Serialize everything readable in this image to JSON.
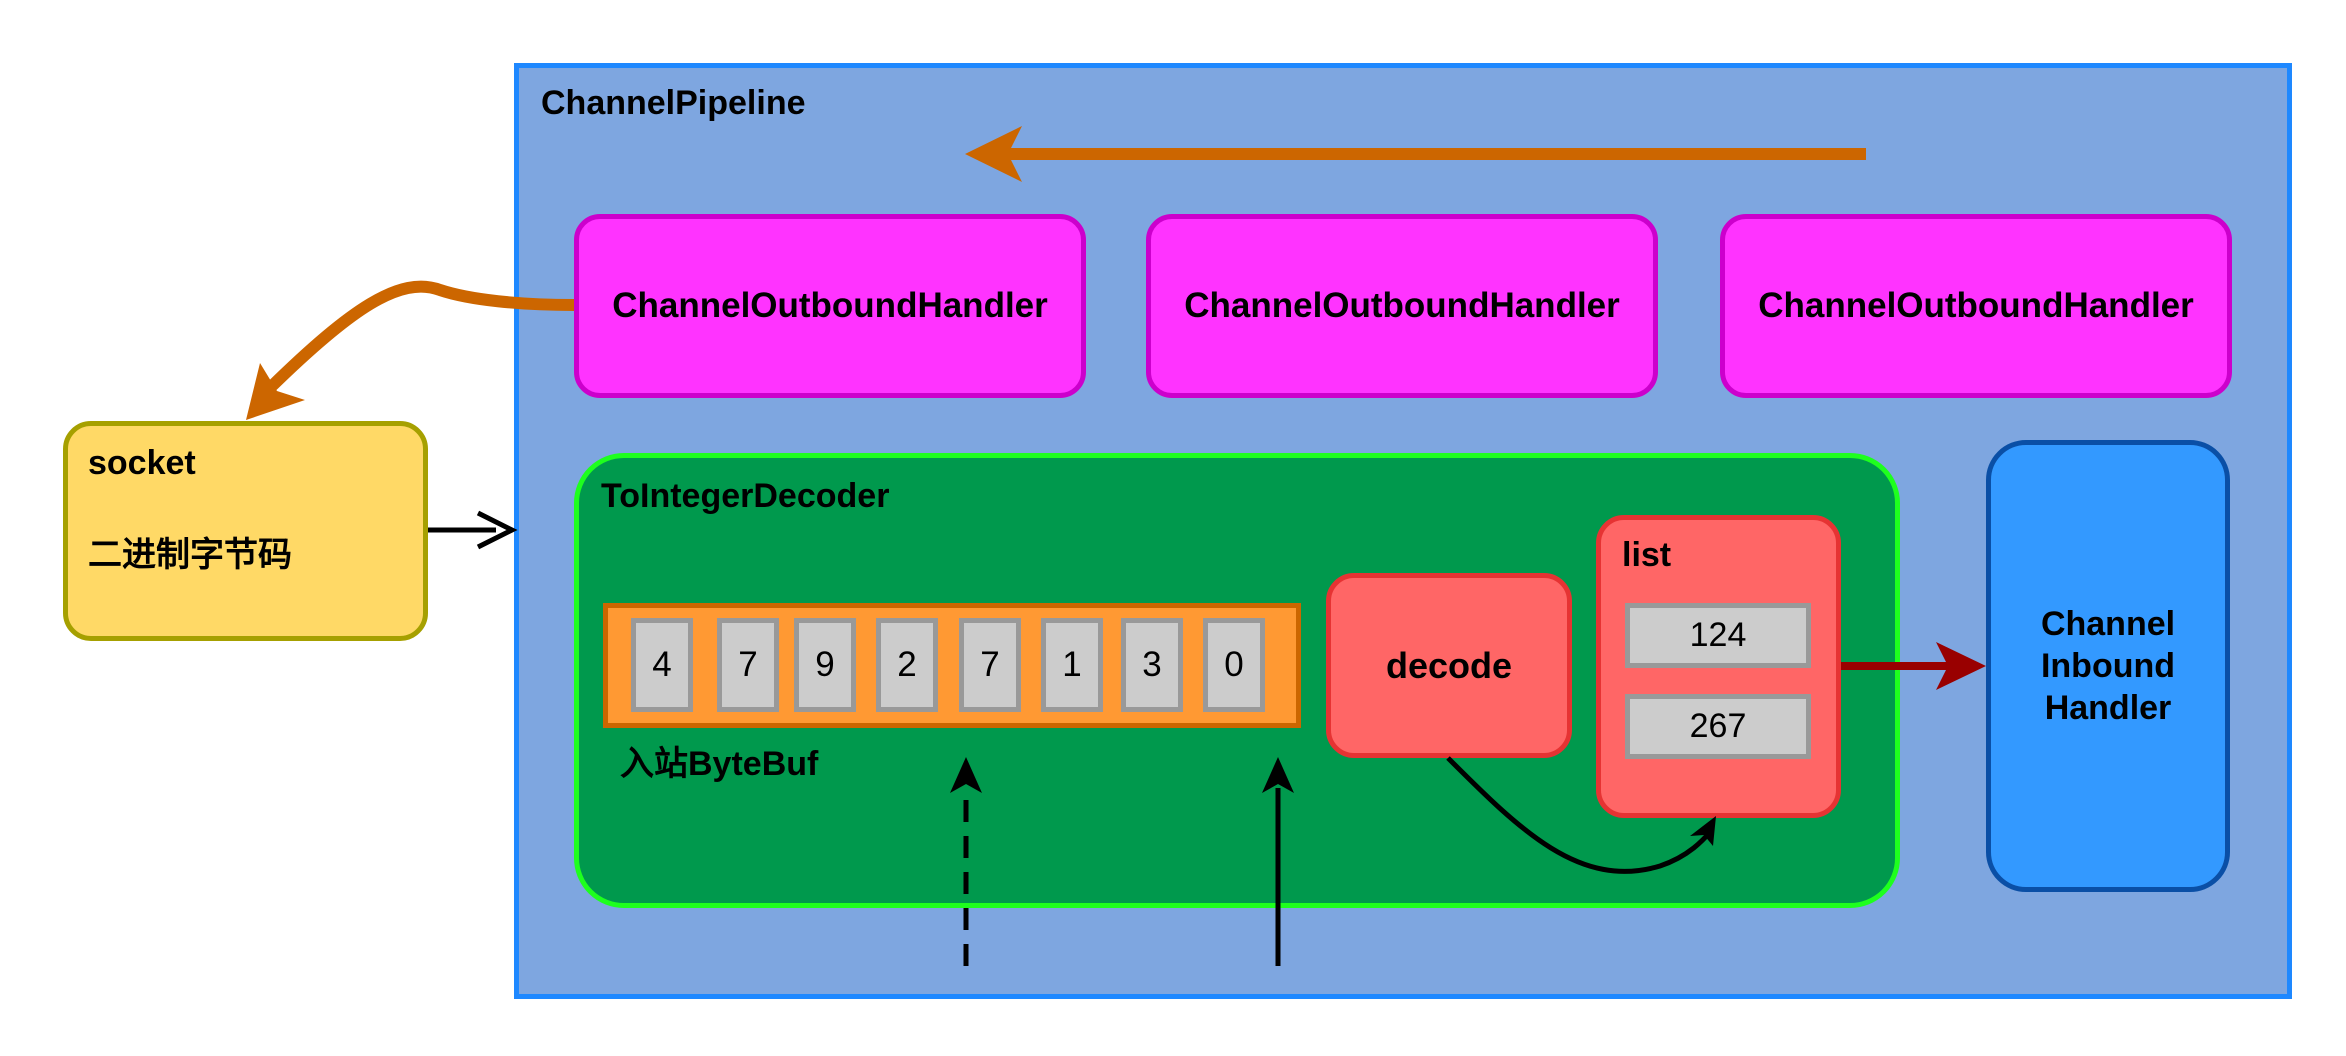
{
  "pipeline": {
    "title": "ChannelPipeline"
  },
  "outbound_handlers": [
    {
      "label": "ChannelOutboundHandler"
    },
    {
      "label": "ChannelOutboundHandler"
    },
    {
      "label": "ChannelOutboundHandler"
    }
  ],
  "socket": {
    "title": "socket",
    "subtitle": "二进制字节码"
  },
  "decoder": {
    "title": "ToIntegerDecoder"
  },
  "bytebuf": {
    "label": "入站ByteBuf",
    "bytes": [
      "4",
      "7",
      "9",
      "2",
      "7",
      "1",
      "3",
      "0"
    ]
  },
  "decode": {
    "label": "decode"
  },
  "list": {
    "title": "list",
    "items": [
      "124",
      "267"
    ]
  },
  "inbound_handler": {
    "label": "Channel\nInbound\nHandler"
  },
  "colors": {
    "pipeline_fill": "#7ea6e0",
    "outbound_fill": "#ff33ff",
    "socket_fill": "#ffd966",
    "decoder_fill": "#00994d",
    "bytebuf_fill": "#ff9933",
    "decode_fill": "#ff6666",
    "inbound_fill": "#3399ff",
    "outbound_arrow": "#cc6600",
    "inbound_arrow": "#990000"
  }
}
